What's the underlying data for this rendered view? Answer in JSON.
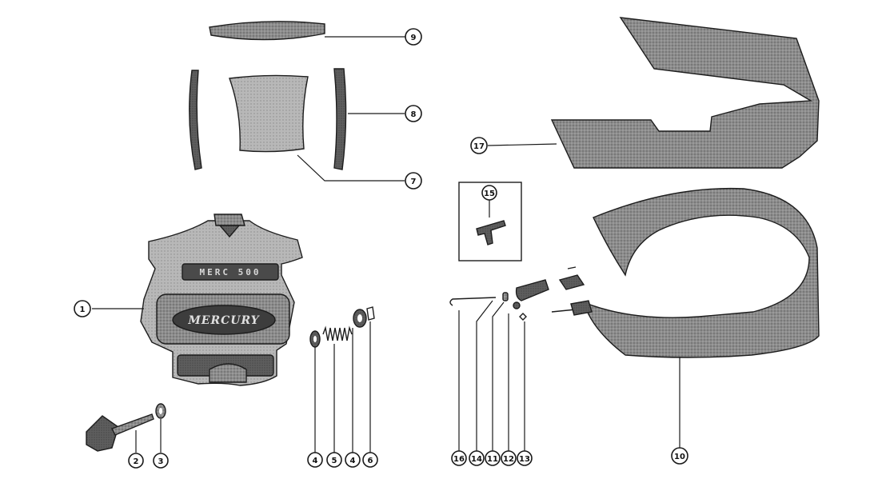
{
  "callouts": [
    {
      "id": "c1",
      "label": "1"
    },
    {
      "id": "c2",
      "label": "2"
    },
    {
      "id": "c3",
      "label": "3"
    },
    {
      "id": "c4a",
      "label": "4"
    },
    {
      "id": "c5",
      "label": "5"
    },
    {
      "id": "c4b",
      "label": "4"
    },
    {
      "id": "c6",
      "label": "6"
    },
    {
      "id": "c7",
      "label": "7"
    },
    {
      "id": "c8",
      "label": "8"
    },
    {
      "id": "c9",
      "label": "9"
    },
    {
      "id": "c10",
      "label": "10"
    },
    {
      "id": "c11",
      "label": "11"
    },
    {
      "id": "c12",
      "label": "12"
    },
    {
      "id": "c13",
      "label": "13"
    },
    {
      "id": "c14",
      "label": "14"
    },
    {
      "id": "c15",
      "label": "15"
    },
    {
      "id": "c16",
      "label": "16"
    },
    {
      "id": "c17",
      "label": "17"
    }
  ],
  "nameplate": {
    "model_text": "MERC 500",
    "brand_text": "MERCURY"
  },
  "colors": {
    "ink": "#1d1d1d",
    "dark_gray": "#4a4a4a",
    "mid_gray": "#7a7a7a",
    "light_gray": "#a8a8a8",
    "pale_gray": "#c9c9c9",
    "paper": "#ffffff"
  }
}
